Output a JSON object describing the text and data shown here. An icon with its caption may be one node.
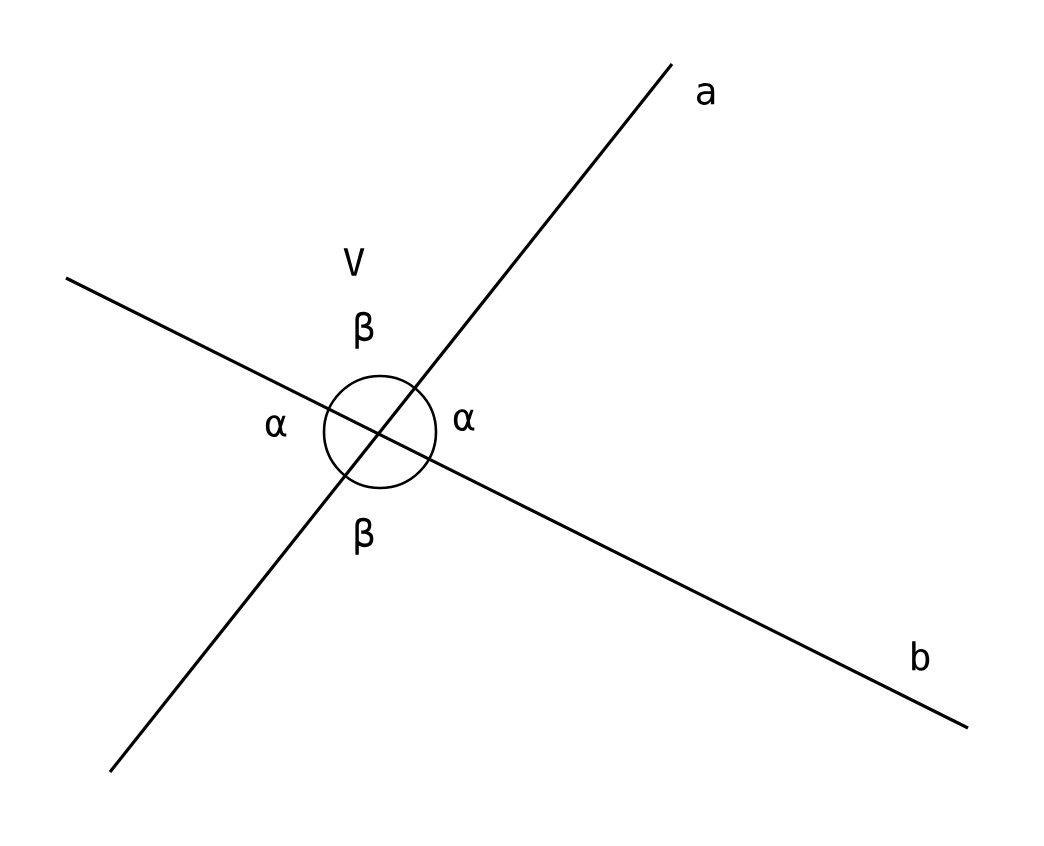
{
  "diagram": {
    "labels": [
      "a",
      "V",
      "β",
      "α",
      "α",
      "β",
      "b"
    ]
  }
}
